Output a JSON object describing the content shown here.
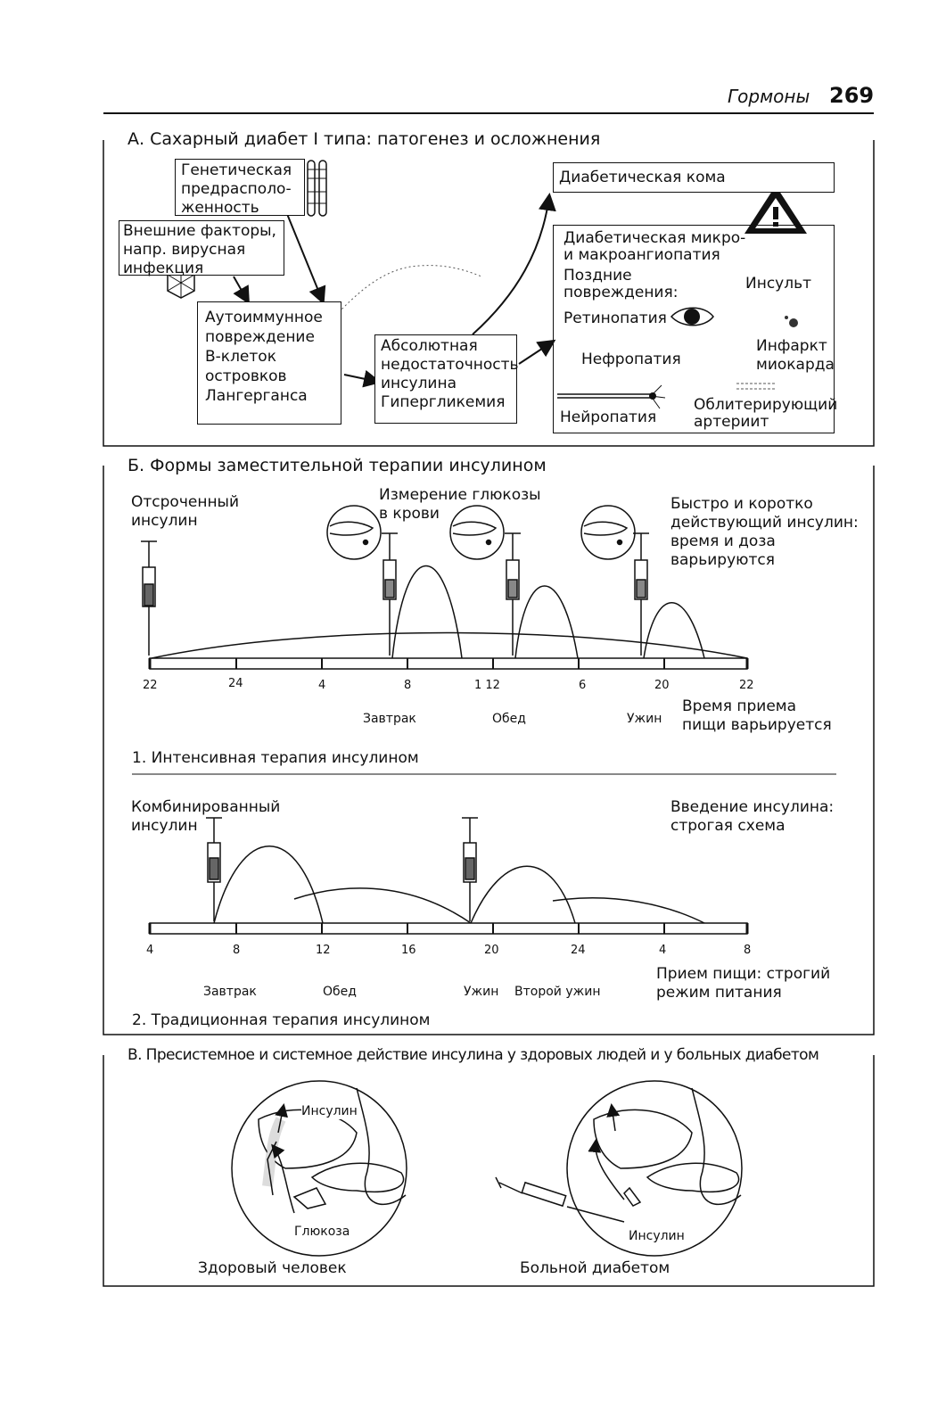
{
  "header": {
    "title": "Гормоны",
    "page": "269"
  },
  "sectionA": {
    "title": "А. Сахарный диабет I типа: патогенез и осложнения",
    "genetic": [
      "Генетическая",
      "предрасполо-",
      "женность"
    ],
    "external": [
      "Внешние факторы,",
      "напр. вирусная",
      "инфекция"
    ],
    "autoimmune": [
      "Аутоиммунное",
      "повреждение",
      "В-клеток",
      "островков",
      "Лангерганса"
    ],
    "absolute": [
      "Абсолютная",
      "недостаточность",
      "инсулина",
      "Гипергликемия"
    ],
    "coma": "Диабетическая кома",
    "complications": {
      "heading": [
        "Диабетическая микро-",
        "и макроангиопатия"
      ],
      "late": [
        "Поздние",
        "повреждения:"
      ],
      "stroke": "Инсульт",
      "retinopathy": "Ретинопатия",
      "nephropathy": "Нефропатия",
      "infarct": [
        "Инфаркт",
        "миокарда"
      ],
      "neuropathy": "Нейропатия",
      "arteritis": [
        "Облитерирующий",
        "артериит"
      ]
    }
  },
  "sectionB": {
    "title": "Б. Формы заместительной терапии инсулином",
    "part1": {
      "delayed": [
        "Отсроченный",
        "инсулин"
      ],
      "glucose": [
        "Измерение глюкозы",
        "в крови"
      ],
      "fast": [
        "Быстро и коротко",
        "действующий инсулин:",
        "время и доза",
        "варьируются"
      ],
      "ticks": [
        "22",
        "24",
        "4",
        "8",
        "1 12",
        "6",
        "20",
        "22"
      ],
      "meals": [
        "Завтрак",
        "Обед",
        "Ужин"
      ],
      "mealtime": [
        "Время приема",
        "пищи варьируется"
      ],
      "caption": "1. Интенсивная терапия инсулином"
    },
    "part2": {
      "combined": [
        "Комбинированный",
        "инсулин"
      ],
      "strict": [
        "Введение инсулина:",
        "строгая схема"
      ],
      "ticks": [
        "4",
        "8",
        "12",
        "16",
        "20",
        "24",
        "4",
        "8"
      ],
      "meals": [
        "Завтрак",
        "Обед",
        "Ужин",
        "Второй ужин"
      ],
      "mealtime": [
        "Прием пищи: строгий",
        "режим питания"
      ],
      "caption": "2. Традиционная терапия инсулином"
    }
  },
  "sectionC": {
    "title": "В. Пресистемное и системное действие инсулина у здоровых людей и у больных диабетом",
    "insulin_label": "Инсулин",
    "glucose_label": "Глюкоза",
    "healthy": "Здоровый человек",
    "diabetic": "Больной диабетом",
    "insulin_label2": "Инсулин"
  }
}
